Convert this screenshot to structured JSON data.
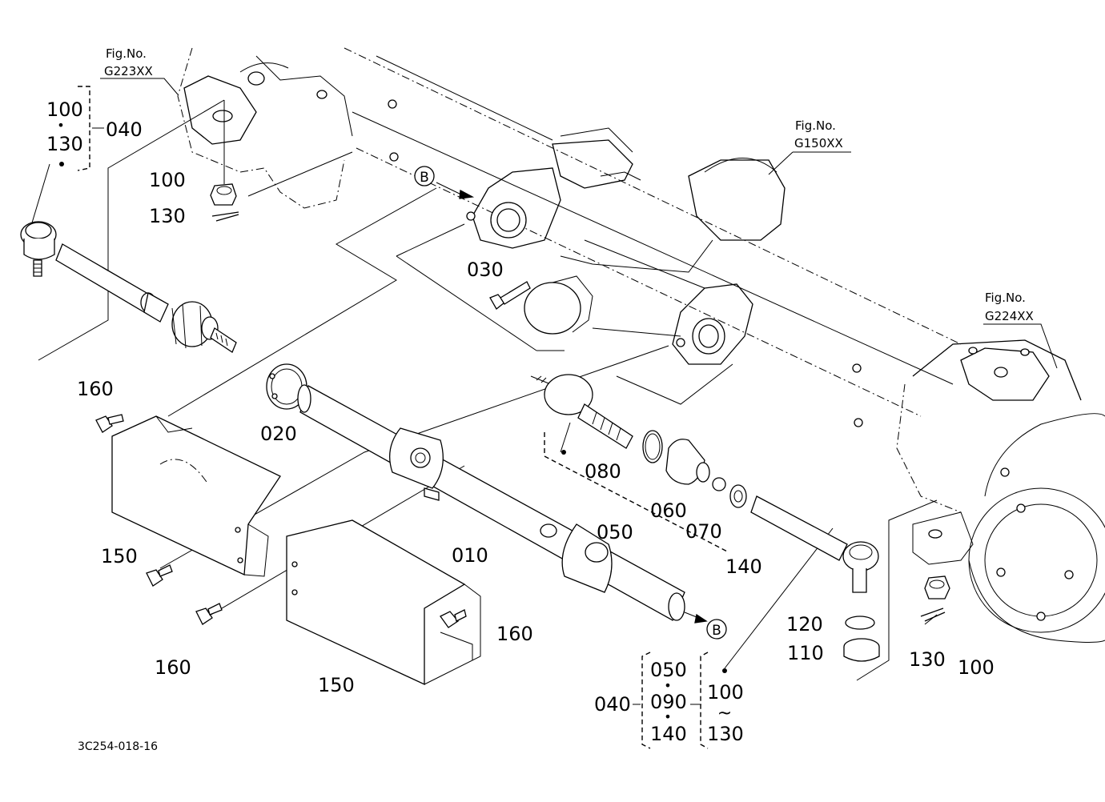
{
  "figure_refs": {
    "g223": {
      "fig_label": "Fig.No.",
      "fig_code": "G223XX"
    },
    "g150": {
      "fig_label": "Fig.No.",
      "fig_code": "G150XX"
    },
    "g224": {
      "fig_label": "Fig.No.",
      "fig_code": "G224XX"
    }
  },
  "callout_b": "B",
  "drawing_code": "3C254-018-16",
  "part_labels": {
    "p100_top_left": "100",
    "p130_top_left": "130",
    "p040_top_left": "040",
    "p100_nut_left": "100",
    "p130_pin_left": "130",
    "p030": "030",
    "p160_top": "160",
    "p020": "020",
    "p150_left": "150",
    "p160_bottom_left": "160",
    "p010": "010",
    "p160_right": "160",
    "p150_bottom": "150",
    "p080": "080",
    "p060": "060",
    "p050": "050",
    "p070": "070",
    "p140": "140",
    "p120": "120",
    "p110": "110",
    "p130_right": "130",
    "p100_right": "100",
    "p040_bottom": "040",
    "p050_bottom": "050",
    "p090_bottom": "090",
    "p140_bottom": "140",
    "p100_bottom": "100",
    "p130_bottom": "130"
  },
  "range_symbols": {
    "dot_sep": "•",
    "tilde": "~"
  }
}
